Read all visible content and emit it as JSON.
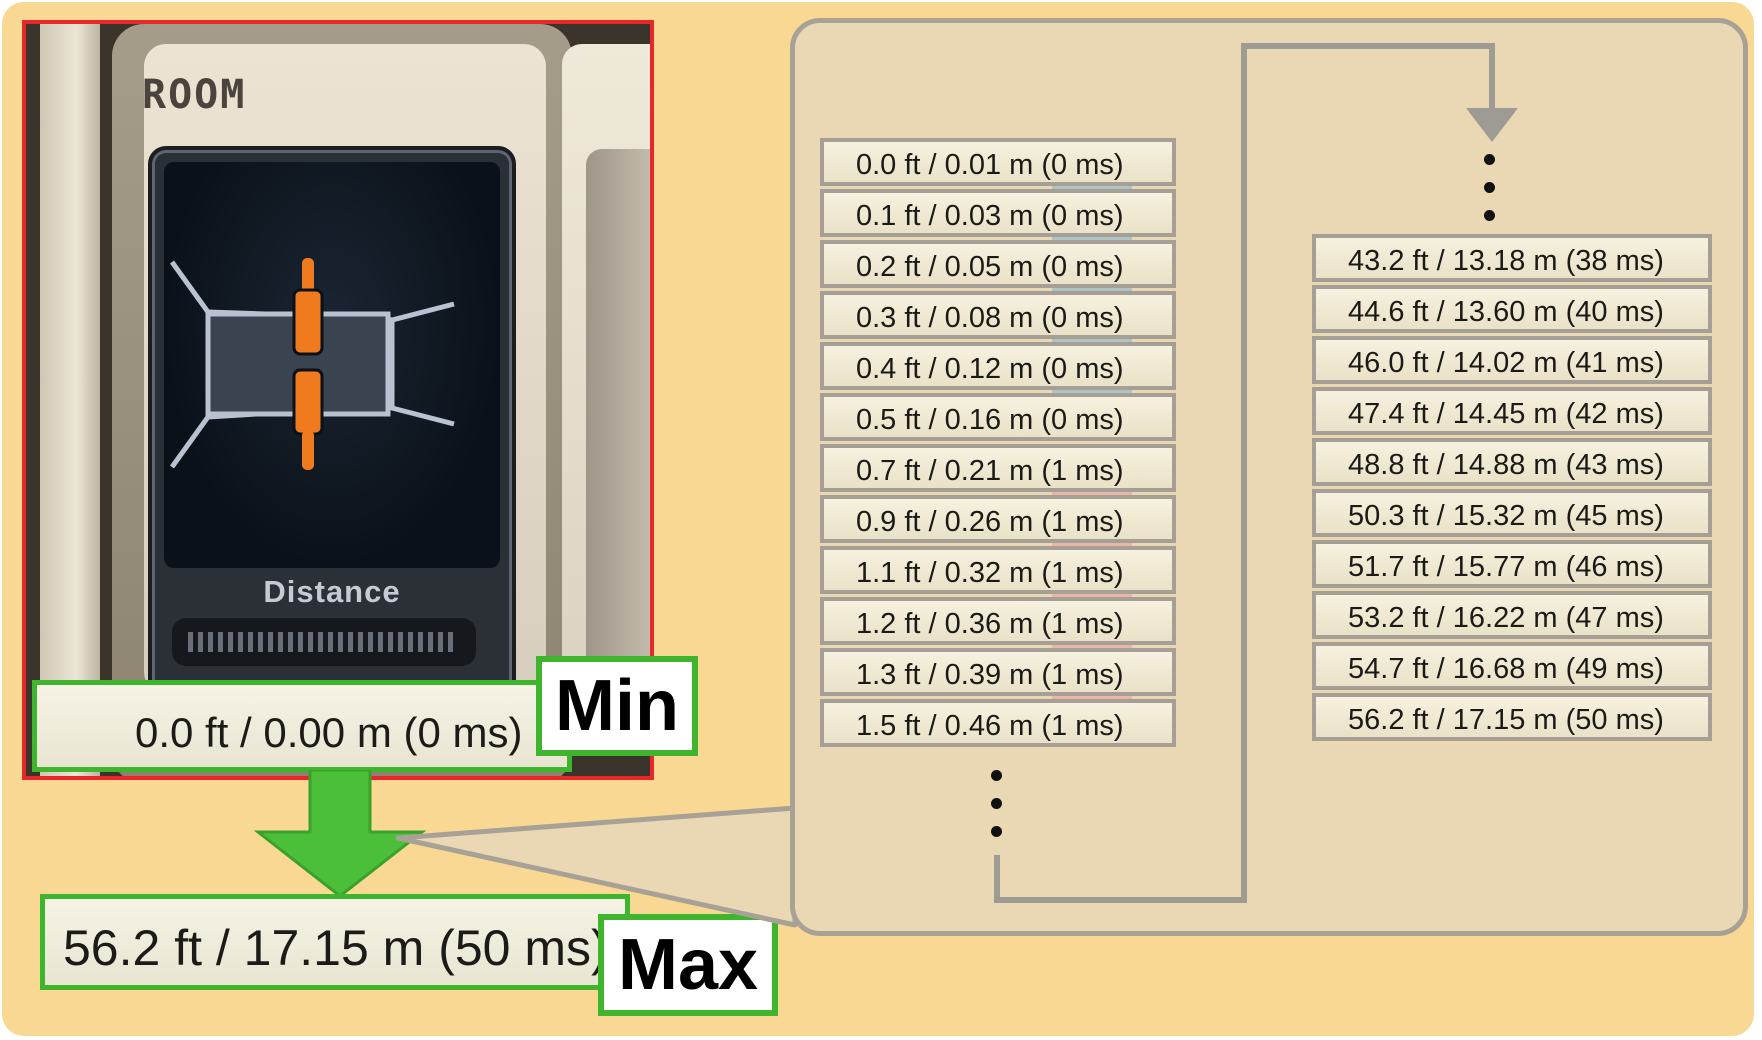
{
  "plugin": {
    "section_title": "ROOM",
    "control_label": "Distance",
    "min_value": "0.0 ft / 0.00 m (0 ms)",
    "max_value": "56.2 ft / 17.15 m (50 ms)"
  },
  "tags": {
    "min": "Min",
    "max": "Max"
  },
  "list_left": [
    "0.0 ft / 0.01 m (0 ms)",
    "0.1 ft / 0.03 m (0 ms)",
    "0.2 ft / 0.05 m (0 ms)",
    "0.3 ft / 0.08 m (0 ms)",
    "0.4 ft / 0.12 m (0 ms)",
    "0.5 ft / 0.16 m (0 ms)",
    "0.7 ft / 0.21 m (1 ms)",
    "0.9 ft / 0.26 m (1 ms)",
    "1.1 ft / 0.32 m (1 ms)",
    "1.2 ft / 0.36 m (1 ms)",
    "1.3 ft / 0.39 m (1 ms)",
    "1.5 ft / 0.46 m (1 ms)"
  ],
  "list_right": [
    "43.2 ft / 13.18 m (38 ms)",
    "44.6 ft / 13.60 m (40 ms)",
    "46.0 ft / 14.02 m (41 ms)",
    "47.4 ft / 14.45 m (42 ms)",
    "48.8 ft / 14.88 m (43 ms)",
    "50.3 ft / 15.32 m (45 ms)",
    "51.7 ft / 15.77 m (46 ms)",
    "53.2 ft / 16.22 m (47 ms)",
    "54.7 ft / 16.68 m (49 ms)",
    "56.2 ft / 17.15 m (50 ms)"
  ],
  "colors": {
    "background": "#f8d892",
    "callout_border": "#3fb52e",
    "plugin_border": "#e8272b",
    "blue_highlight": "#7ab2d2",
    "pink_highlight": "#e894a0",
    "knob_orange": "#f07a1e"
  },
  "icons": {
    "down_arrow": "down-arrow-icon",
    "room_icon": "room-perspective-icon"
  }
}
